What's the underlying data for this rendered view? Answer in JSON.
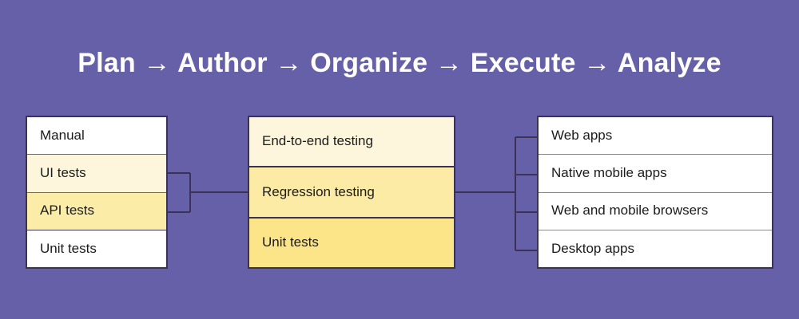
{
  "background_color": "#6660a8",
  "border_color": "#3a3356",
  "title": {
    "text": "Plan → Author → Organize → Execute → Analyze",
    "color": "#ffffff"
  },
  "columns": [
    {
      "name": "test-types",
      "rows": [
        {
          "label": "Manual",
          "fill": "#ffffff"
        },
        {
          "label": "UI tests",
          "fill": "#fdf6dd"
        },
        {
          "label": "API tests",
          "fill": "#fbeca8"
        },
        {
          "label": "Unit tests",
          "fill": "#ffffff"
        }
      ]
    },
    {
      "name": "test-levels",
      "rows": [
        {
          "label": "End-to-end testing",
          "fill": "#fdf6dc"
        },
        {
          "label": "Regression testing",
          "fill": "#fceba5"
        },
        {
          "label": "Unit tests",
          "fill": "#fce488"
        }
      ]
    },
    {
      "name": "platforms",
      "rows": [
        {
          "label": "Web apps",
          "fill": "#ffffff"
        },
        {
          "label": "Native mobile apps",
          "fill": "#ffffff"
        },
        {
          "label": "Web and mobile browsers",
          "fill": "#ffffff"
        },
        {
          "label": "Desktop apps",
          "fill": "#ffffff"
        }
      ]
    }
  ],
  "connectors": {
    "left_bracket": {
      "from_rows": [
        "UI tests",
        "API tests"
      ],
      "to_row": "Regression testing"
    },
    "right_bracket": {
      "from_row": "Regression testing",
      "to_rows": [
        "Web apps",
        "Native mobile apps",
        "Web and mobile browsers",
        "Desktop apps"
      ]
    }
  }
}
